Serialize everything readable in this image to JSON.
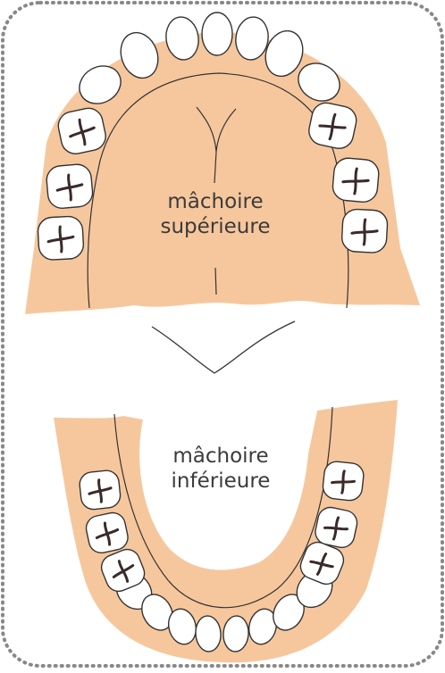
{
  "colors": {
    "gum": "#f6c79d",
    "tooth": "#ffffff",
    "outline": "#333333",
    "cusp_mark": "#3a2a2a",
    "border": "#888888",
    "text": "#3b3b3b"
  },
  "upper_jaw": {
    "label_line1": "mâchoire",
    "label_line2": "supérieure"
  },
  "lower_jaw": {
    "label_line1": "mâchoire",
    "label_line2": "inférieure"
  },
  "icons": {
    "frame": "dotted-rounded-frame",
    "tooth": "tooth-icon",
    "molar": "molar-cross-icon",
    "tongue": "tongue-icon"
  }
}
